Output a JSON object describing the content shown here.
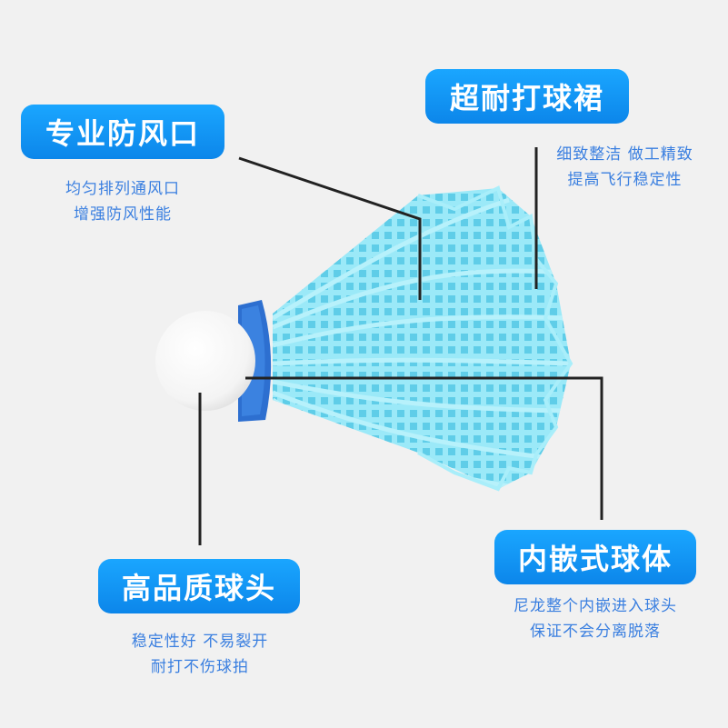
{
  "colors": {
    "background": "#f1f1f1",
    "badge": "#1196f4",
    "description_text": "#3a7fe0",
    "leader_lines": "#222222",
    "skirt": "#8ee5f6",
    "band": "#2d6fd0",
    "cork": "#ffffff"
  },
  "illustration": {
    "subject": "shuttlecock-icon"
  },
  "features": [
    {
      "title": "专业防风口",
      "lines": [
        "均匀排列通风口",
        "增强防风性能"
      ]
    },
    {
      "title": "超耐打球裙",
      "lines": [
        "细致整洁 做工精致",
        "提高飞行稳定性"
      ]
    },
    {
      "title": "高品质球头",
      "lines": [
        "稳定性好 不易裂开",
        "耐打不伤球拍"
      ]
    },
    {
      "title": "内嵌式球体",
      "lines": [
        "尼龙整个内嵌进入球头",
        "保证不会分离脱落"
      ]
    }
  ]
}
